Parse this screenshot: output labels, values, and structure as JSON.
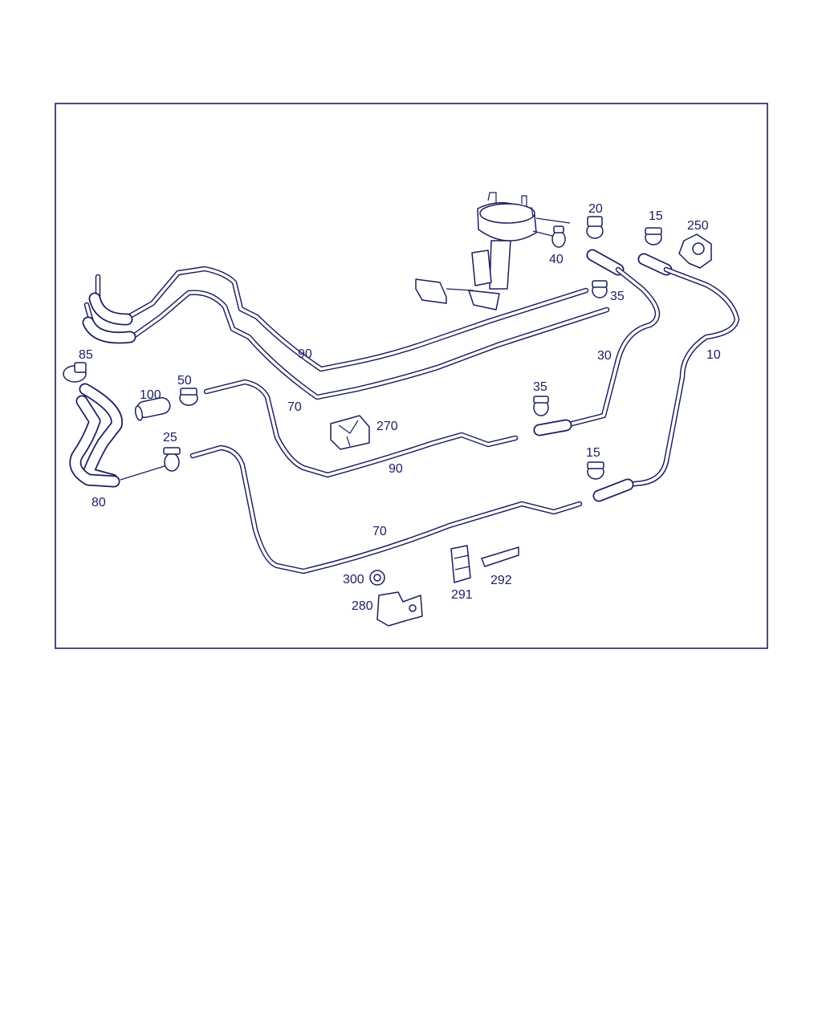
{
  "colors": {
    "ink": "#1a1f5e",
    "background": "#ffffff"
  },
  "callouts": [
    {
      "text": "10"
    },
    {
      "text": "15"
    },
    {
      "text": "15"
    },
    {
      "text": "20"
    },
    {
      "text": "25"
    },
    {
      "text": "30"
    },
    {
      "text": "35"
    },
    {
      "text": "35"
    },
    {
      "text": "40"
    },
    {
      "text": "50"
    },
    {
      "text": "70"
    },
    {
      "text": "70"
    },
    {
      "text": "80"
    },
    {
      "text": "85"
    },
    {
      "text": "90"
    },
    {
      "text": "90"
    },
    {
      "text": "100"
    },
    {
      "text": "250"
    },
    {
      "text": "270"
    },
    {
      "text": "280"
    },
    {
      "text": "291"
    },
    {
      "text": "292"
    },
    {
      "text": "300"
    }
  ]
}
